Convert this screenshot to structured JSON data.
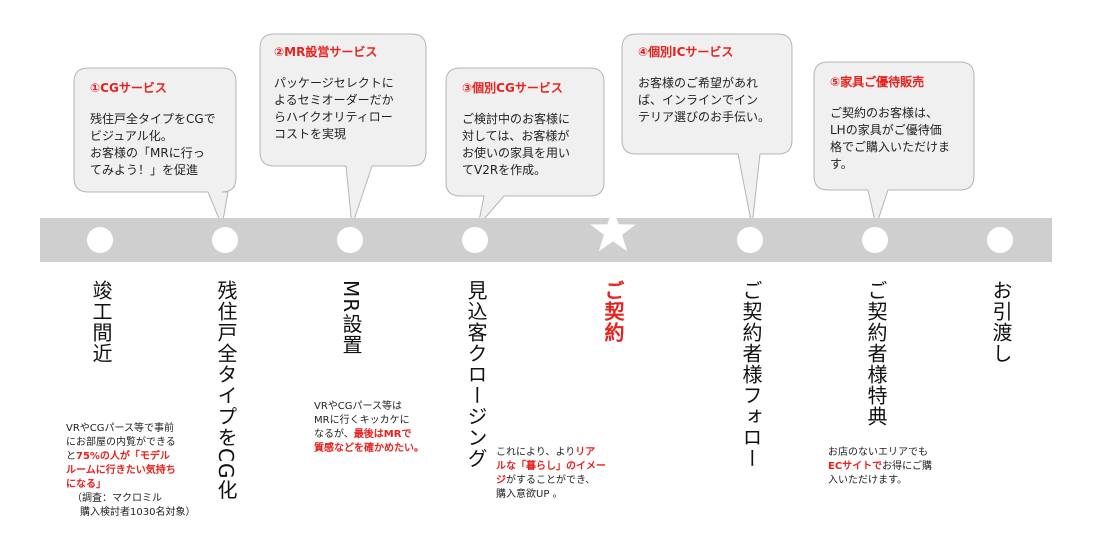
{
  "colors": {
    "accent": "#e8211d",
    "bar": "#cfcfcf",
    "bubble_fill": "#f0f0f0",
    "bubble_stroke": "#b5b5b5"
  },
  "bubbles": [
    {
      "title": "①CGサービス",
      "body": [
        "残住戸全タイプをCGで",
        "ビジュアル化。",
        "お客様の「MRに行っ",
        "てみよう！」を促進"
      ]
    },
    {
      "title": "②MR設営サービス",
      "body": [
        "パッケージセレクトに",
        "よるセミオーダーだか",
        "らハイクオリティロー",
        "コストを実現"
      ]
    },
    {
      "title": "③個別CGサービス",
      "body": [
        "ご検討中のお客様に",
        "対しては、お客様が",
        "お使いの家具を用い",
        "てV2Rを作成。"
      ]
    },
    {
      "title": "④個別ICサービス",
      "body": [
        "お客様のご希望があれ",
        "ば、インラインでイン",
        "テリア選びのお手伝い。"
      ]
    },
    {
      "title": "⑤家具ご優待販売",
      "body": [
        "ご契約のお客様は、",
        "LHの家具がご優待価",
        "格でご購入いただけま",
        "す。"
      ]
    }
  ],
  "stages": [
    {
      "label": "竣工間近",
      "highlight": false
    },
    {
      "label": "残住戸全タイプをCG化",
      "highlight": false
    },
    {
      "label": "MR設置",
      "highlight": false
    },
    {
      "label": "見込客クロージング",
      "highlight": false
    },
    {
      "label": "ご契約",
      "highlight": true
    },
    {
      "label": "ご契約者様フォロー",
      "highlight": false
    },
    {
      "label": "ご契約者様特典",
      "highlight": false
    },
    {
      "label": "お引渡し",
      "highlight": false
    }
  ],
  "notes": {
    "n1": {
      "line1": "VRやCGパース等で事前",
      "line2": "にお部屋の内覧ができる",
      "line3_pre": "と",
      "line3_hl": "75%の人が「モデル",
      "line4_hl": "ルームに行きたい気持ち",
      "line5_hl": "になる」",
      "line6": "（調査：マクロミル",
      "line7": "購入検討者1030名対象）"
    },
    "n2": {
      "line1": "VRやCGパース等は",
      "line2": "MRに行くキッカケに",
      "line3_pre": "なるが、",
      "line3_hl": "最後はMRで",
      "line4_hl": "質感などを確かめたい。"
    },
    "n3": {
      "line1_pre": "これにより、より",
      "line1_hl": "リア",
      "line2_hl": "ルな「暮らし」のイメー",
      "line3_hl": "ジ",
      "line3_post": "がすることができ、",
      "line4": "購入意欲UP 。"
    },
    "n4": {
      "line1": "お店のないエリアでも",
      "line2_hl": "ECサイトで",
      "line2_post": "お得にご購",
      "line3": "入いただけます。"
    }
  }
}
